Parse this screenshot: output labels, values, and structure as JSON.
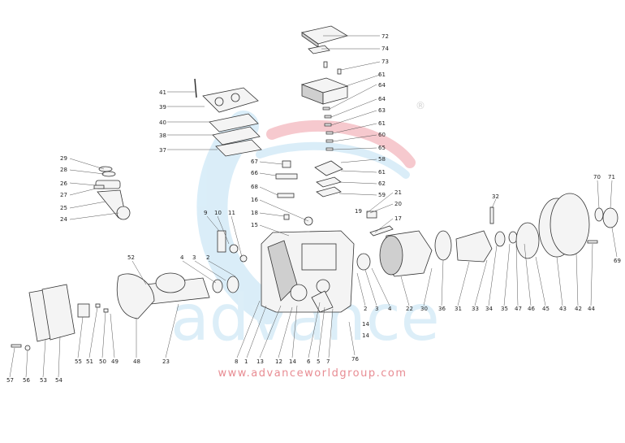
{
  "watermark": {
    "brand": "advance",
    "registered_mark": "®",
    "colors": {
      "blue": "#cfe8f6",
      "red": "#f3b7bd",
      "pink": "#e88c93"
    }
  },
  "footer": {
    "url": "www.advanceworldgroup.com"
  },
  "callouts": [
    "72",
    "74",
    "73",
    "61",
    "64",
    "64",
    "63",
    "61",
    "60",
    "65",
    "58",
    "61",
    "62",
    "59",
    "41",
    "39",
    "40",
    "38",
    "37",
    "29",
    "28",
    "26",
    "27",
    "25",
    "24",
    "67",
    "66",
    "68",
    "16",
    "18",
    "15",
    "21",
    "20",
    "19",
    "17",
    "32",
    "70",
    "71",
    "69",
    "9",
    "10",
    "11",
    "52",
    "4",
    "3",
    "2",
    "8",
    "1",
    "13",
    "12",
    "14",
    "6",
    "5",
    "7",
    "76",
    "14",
    "14",
    "2",
    "3",
    "4",
    "22",
    "30",
    "36",
    "31",
    "33",
    "34",
    "35",
    "47",
    "46",
    "45",
    "43",
    "42",
    "44",
    "55",
    "51",
    "50",
    "49",
    "48",
    "23",
    "57",
    "56",
    "53",
    "54"
  ]
}
